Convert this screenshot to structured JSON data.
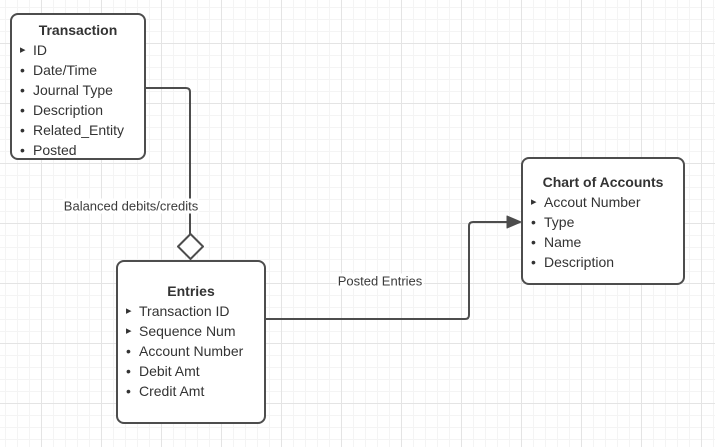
{
  "diagram": {
    "entities": {
      "transaction": {
        "title": "Transaction",
        "attributes": [
          {
            "label": "ID",
            "key": true
          },
          {
            "label": "Date/Time",
            "key": false
          },
          {
            "label": "Journal Type",
            "key": false
          },
          {
            "label": "Description",
            "key": false
          },
          {
            "label": "Related_Entity",
            "key": false
          },
          {
            "label": "Posted",
            "key": false
          }
        ]
      },
      "entries": {
        "title": "Entries",
        "attributes": [
          {
            "label": "Transaction ID",
            "key": true
          },
          {
            "label": "Sequence Num",
            "key": true
          },
          {
            "label": "Account Number",
            "key": false
          },
          {
            "label": "Debit Amt",
            "key": false
          },
          {
            "label": "Credit Amt",
            "key": false
          }
        ]
      },
      "chart_of_accounts": {
        "title": "Chart of Accounts",
        "attributes": [
          {
            "label": "Accout Number",
            "key": true
          },
          {
            "label": "Type",
            "key": false
          },
          {
            "label": "Name",
            "key": false
          },
          {
            "label": "Description",
            "key": false
          }
        ]
      }
    },
    "edges": {
      "balanced_debits_credits": {
        "label": "Balanced debits/credits",
        "from": "Transaction",
        "to": "Entries",
        "end_marker": "open-diamond"
      },
      "posted_entries": {
        "label": "Posted Entries",
        "from": "Entries",
        "to": "Chart of Accounts",
        "end_marker": "filled-arrow"
      }
    },
    "icons": {
      "primary_key_bullet": "▸",
      "attribute_bullet": "•"
    },
    "colors": {
      "background": "#ffffff",
      "grid_minor": "#f4f4f4",
      "grid_major": "#e4e4e4",
      "stroke": "#4d4d4d",
      "text": "#333333"
    }
  }
}
